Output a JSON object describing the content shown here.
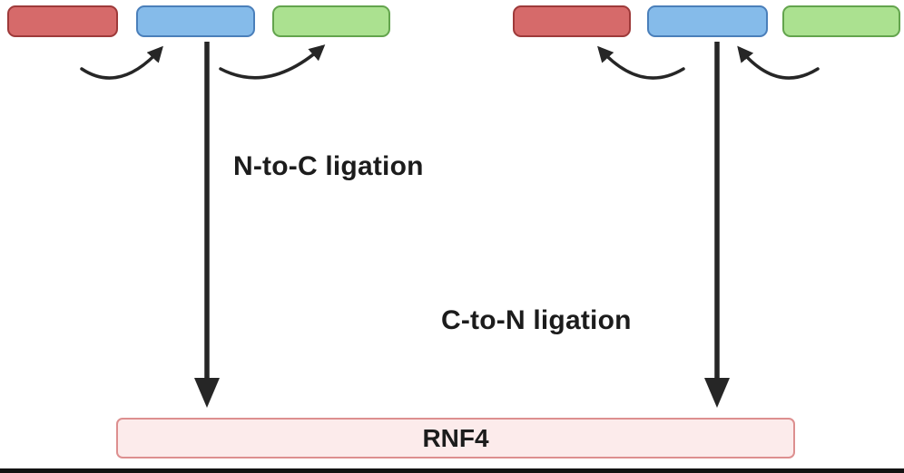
{
  "diagram": {
    "left_process": {
      "label": "N-to-C ligation",
      "curved_arrow_direction": "rightward",
      "fragments": [
        {
          "name": "red-fragment",
          "fill": "#d66a6a",
          "stroke": "#9e3a3a"
        },
        {
          "name": "blue-fragment",
          "fill": "#85bbea",
          "stroke": "#4a7fba"
        },
        {
          "name": "green-fragment",
          "fill": "#abe190",
          "stroke": "#63a44d"
        }
      ]
    },
    "right_process": {
      "label": "C-to-N ligation",
      "curved_arrow_direction": "leftward",
      "fragments": [
        {
          "name": "red-fragment",
          "fill": "#d66a6a",
          "stroke": "#9e3a3a"
        },
        {
          "name": "blue-fragment",
          "fill": "#85bbea",
          "stroke": "#4a7fba"
        },
        {
          "name": "green-fragment",
          "fill": "#abe190",
          "stroke": "#63a44d"
        }
      ]
    },
    "product": {
      "label": "RNF4",
      "fill": "#fcebeb",
      "stroke": "#dd8f8f"
    },
    "arrow_color": "#262626"
  }
}
